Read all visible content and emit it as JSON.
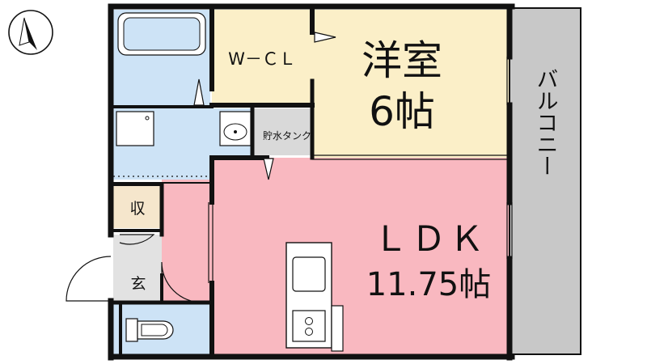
{
  "floorplan": {
    "rooms": {
      "western_room_name": "洋室",
      "western_room_size": "6帖",
      "wcl": "W－ＣＬ",
      "water_tank": "貯水タンク",
      "storage": "収",
      "entrance": "玄",
      "ldk_name": "ＬＤＫ",
      "ldk_size": "11.75帖",
      "balcony": "バルコニー"
    },
    "colors": {
      "wall": "#111111",
      "western_room": "#fbefc8",
      "wcl": "#fbefc8",
      "ldk": "#f9b8c0",
      "wet_area": "#cde3f6",
      "storage": "#f5e6cc",
      "tank": "#d9d9d9",
      "balcony": "#c8c8c8",
      "entrance": "#e2e2e2"
    },
    "icons": [
      "north-arrow-icon",
      "bathtub-icon",
      "washing-machine-icon",
      "washbasin-icon",
      "toilet-icon",
      "kitchen-sink-icon",
      "stove-icon"
    ]
  }
}
